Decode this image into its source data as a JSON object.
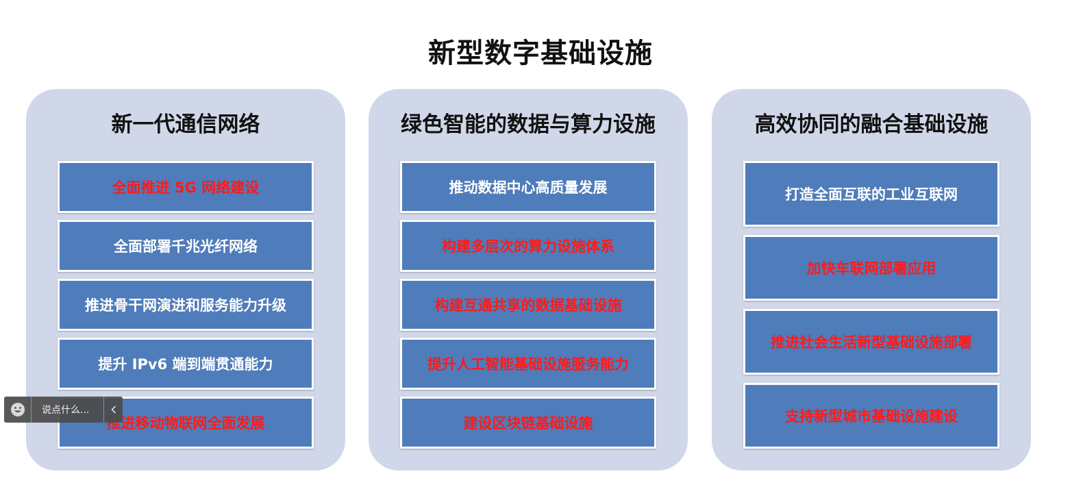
{
  "title": "新型数字基础设施",
  "columns": [
    {
      "heading": "新一代通信网络",
      "items": [
        {
          "label": "全面推进 5G 网络建设",
          "color": "#ff1a1a"
        },
        {
          "label": "全面部署千兆光纤网络",
          "color": "#ffffff"
        },
        {
          "label": "推进骨干网演进和服务能力升级",
          "color": "#ffffff"
        },
        {
          "label": "提升 IPv6 端到端贯通能力",
          "color": "#ffffff"
        },
        {
          "label": "推进移动物联网全面发展",
          "color": "#ff1a1a"
        }
      ]
    },
    {
      "heading": "绿色智能的数据与算力设施",
      "items": [
        {
          "label": "推动数据中心高质量发展",
          "color": "#ffffff"
        },
        {
          "label": "构建多层次的算力设施体系",
          "color": "#ff1a1a"
        },
        {
          "label": "构建互通共享的数据基础设施",
          "color": "#ff1a1a"
        },
        {
          "label": "提升人工智能基础设施服务能力",
          "color": "#ff1a1a"
        },
        {
          "label": "建设区块链基础设施",
          "color": "#ff1a1a"
        }
      ]
    },
    {
      "heading": "高效协同的融合基础设施",
      "items": [
        {
          "label": "打造全面互联的工业互联网",
          "color": "#ffffff"
        },
        {
          "label": "加快车联网部署应用",
          "color": "#ff1a1a"
        },
        {
          "label": "推进社会生活新型基础设施部署",
          "color": "#ff1a1a"
        },
        {
          "label": "支持新型城市基础设施建设",
          "color": "#ff1a1a"
        }
      ]
    }
  ],
  "comment_bar": {
    "placeholder": "说点什么...",
    "emoji_icon": "emoji-icon",
    "collapse_icon": "chevron-left-icon"
  },
  "colors": {
    "panel": "#d0d7e8",
    "box": "#4f7cba",
    "highlight": "#ff1a1a"
  }
}
